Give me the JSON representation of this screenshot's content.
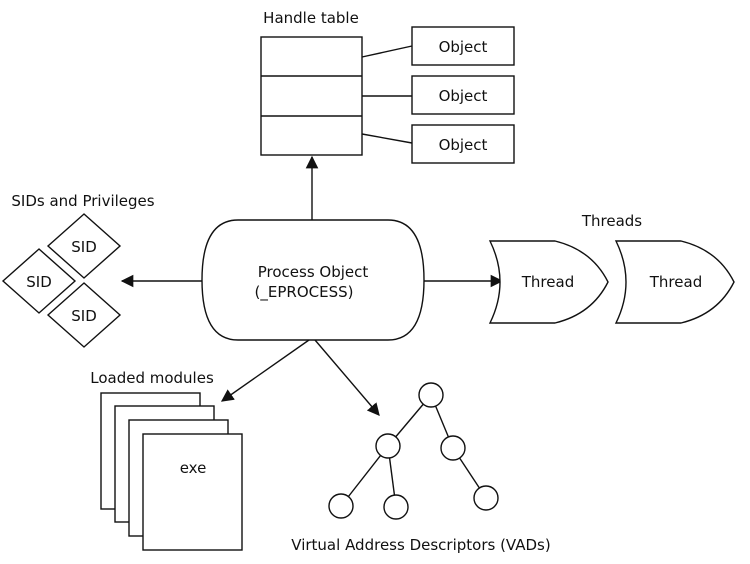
{
  "handle_table": {
    "title": "Handle table",
    "objects": [
      "Object",
      "Object",
      "Object"
    ]
  },
  "process": {
    "line1": "Process Object",
    "line2": "(_EPROCESS)"
  },
  "sids": {
    "title": "SIDs and Privileges",
    "items": [
      "SID",
      "SID",
      "SID"
    ]
  },
  "threads": {
    "title": "Threads",
    "items": [
      "Thread",
      "Thread"
    ]
  },
  "modules": {
    "title": "Loaded modules",
    "top_label": "exe"
  },
  "vads": {
    "title": "Virtual Address Descriptors (VADs)"
  },
  "colors": {
    "stroke": "#111111",
    "fill": "#ffffff"
  }
}
